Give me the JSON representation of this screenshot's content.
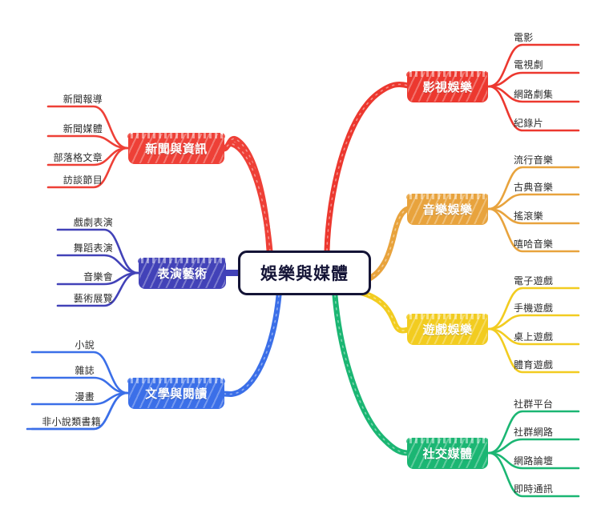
{
  "title": "娛樂與媒體",
  "center": {
    "label": "娛樂與媒體",
    "border_color": "#141436",
    "text_color": "#141436",
    "background": "#ffffff"
  },
  "colors": {
    "news_red": "#ee4037",
    "film_red": "#ec382f",
    "music_orange": "#e8a33d",
    "game_yellow": "#f2cc20",
    "social_green": "#1bb673",
    "performing_purple": "#4242b8",
    "literature_blue": "#3b6fe8",
    "leaf_text": "#2b2b2b",
    "canvas": "#ffffff"
  },
  "branches": [
    {
      "id": "news",
      "label": "新聞與資訊",
      "side": "left",
      "color": "#ee4037",
      "children": [
        {
          "label": "新聞報導"
        },
        {
          "label": "新聞媒體"
        },
        {
          "label": "部落格文章"
        },
        {
          "label": "訪談節目"
        }
      ]
    },
    {
      "id": "performing",
      "label": "表演藝術",
      "side": "left",
      "color": "#4242b8",
      "children": [
        {
          "label": "戲劇表演"
        },
        {
          "label": "舞蹈表演"
        },
        {
          "label": "音樂會"
        },
        {
          "label": "藝術展覽"
        }
      ]
    },
    {
      "id": "literature",
      "label": "文學與閱讀",
      "side": "left",
      "color": "#3b6fe8",
      "children": [
        {
          "label": "小說"
        },
        {
          "label": "雜誌"
        },
        {
          "label": "漫畫"
        },
        {
          "label": "非小說類書籍"
        }
      ]
    },
    {
      "id": "film",
      "label": "影視娛樂",
      "side": "right",
      "color": "#ec382f",
      "children": [
        {
          "label": "電影"
        },
        {
          "label": "電視劇"
        },
        {
          "label": "網路劇集"
        },
        {
          "label": "紀錄片"
        }
      ]
    },
    {
      "id": "music",
      "label": "音樂娛樂",
      "side": "right",
      "color": "#e8a33d",
      "children": [
        {
          "label": "流行音樂"
        },
        {
          "label": "古典音樂"
        },
        {
          "label": "搖滾樂"
        },
        {
          "label": "嘻哈音樂"
        }
      ]
    },
    {
      "id": "game",
      "label": "遊戲娛樂",
      "side": "right",
      "color": "#f2cc20",
      "children": [
        {
          "label": "電子遊戲"
        },
        {
          "label": "手機遊戲"
        },
        {
          "label": "桌上遊戲"
        },
        {
          "label": "體育遊戲"
        }
      ]
    },
    {
      "id": "social",
      "label": "社交媒體",
      "side": "right",
      "color": "#1bb673",
      "children": [
        {
          "label": "社群平台"
        },
        {
          "label": "社群網路"
        },
        {
          "label": "網路論壇"
        },
        {
          "label": "即時通訊"
        }
      ]
    }
  ]
}
